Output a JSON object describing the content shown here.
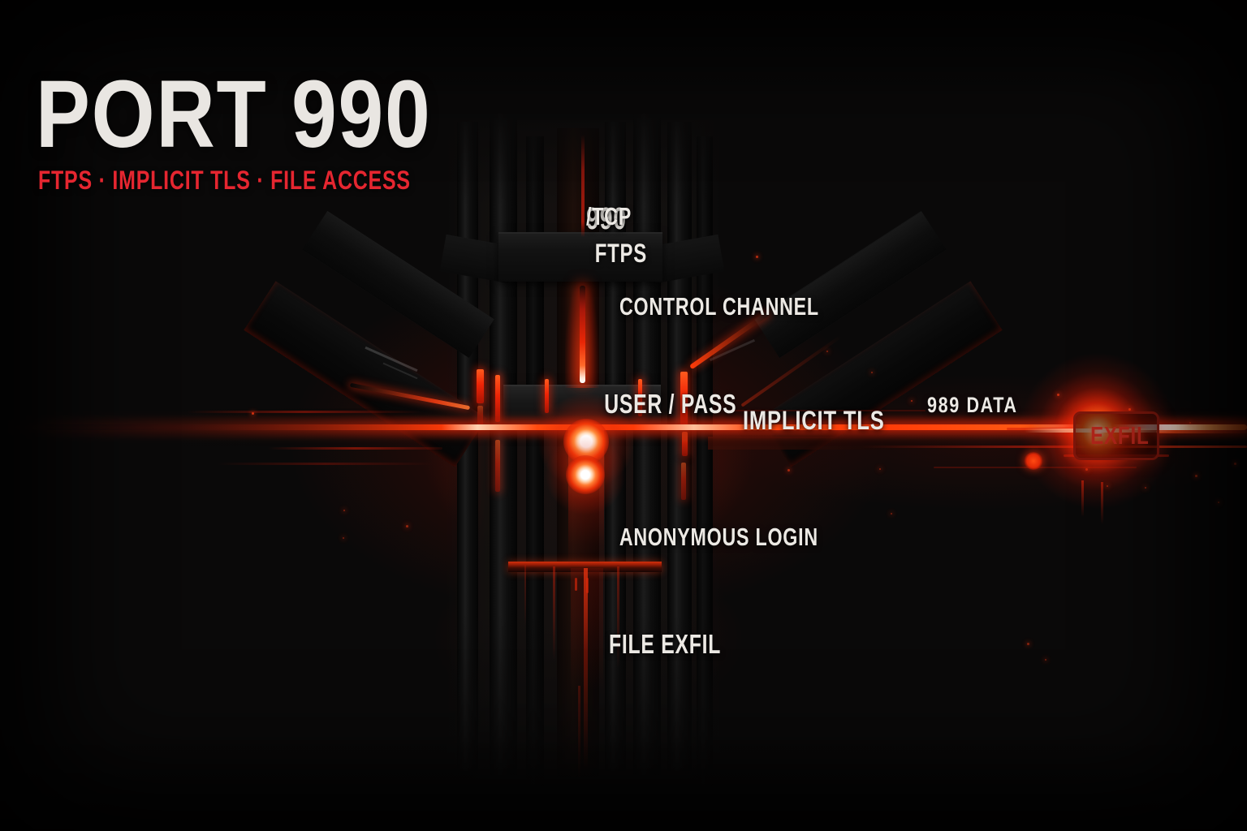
{
  "header": {
    "title": "PORT 990",
    "subtitle": "FTPS · IMPLICIT TLS · FILE ACCESS"
  },
  "labels": {
    "port_number": "990",
    "port_protocol": "/TCP",
    "service": "FTPS",
    "control_channel": "CONTROL CHANNEL",
    "credentials": "USER / PASS",
    "implicit_tls": "IMPLICIT TLS",
    "data_channel": "989 DATA",
    "anonymous_login": "ANONYMOUS LOGIN",
    "file_exfil": "FILE EXFIL",
    "exfil_badge": "EXFIL"
  },
  "colors": {
    "background": "#0a0909",
    "title_white": "#e9e6e2",
    "label_white": "#ece9e4",
    "accent_red": "#e52630",
    "laser_red": "#ff3a08",
    "exfil_badge_red": "#b0251a"
  }
}
